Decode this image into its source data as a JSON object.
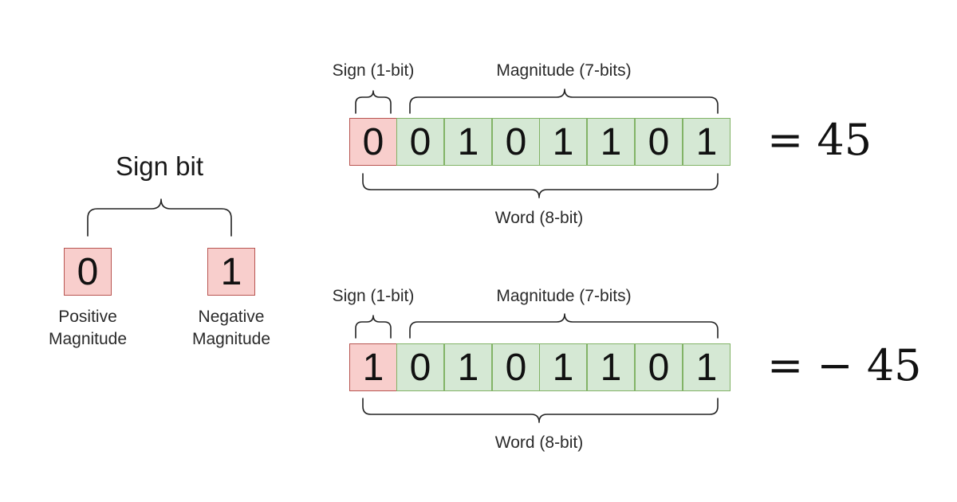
{
  "legend": {
    "title": "Sign bit",
    "items": [
      {
        "bit": "0",
        "caption_line1": "Positive",
        "caption_line2": "Magnitude"
      },
      {
        "bit": "1",
        "caption_line1": "Negative",
        "caption_line2": "Magnitude"
      }
    ]
  },
  "examples": [
    {
      "sign_label": "Sign (1-bit)",
      "magnitude_label": "Magnitude (7-bits)",
      "word_label": "Word (8-bit)",
      "bits": [
        "0",
        "0",
        "1",
        "0",
        "1",
        "1",
        "0",
        "1"
      ],
      "equation": "= 45"
    },
    {
      "sign_label": "Sign (1-bit)",
      "magnitude_label": "Magnitude (7-bits)",
      "word_label": "Word (8-bit)",
      "bits": [
        "1",
        "0",
        "1",
        "0",
        "1",
        "1",
        "0",
        "1"
      ],
      "equation": "= − 45"
    }
  ],
  "colors": {
    "sign_fill": "#f8cecc",
    "sign_stroke": "#b85450",
    "magnitude_fill": "#d5e8d4",
    "magnitude_stroke": "#82b366"
  }
}
